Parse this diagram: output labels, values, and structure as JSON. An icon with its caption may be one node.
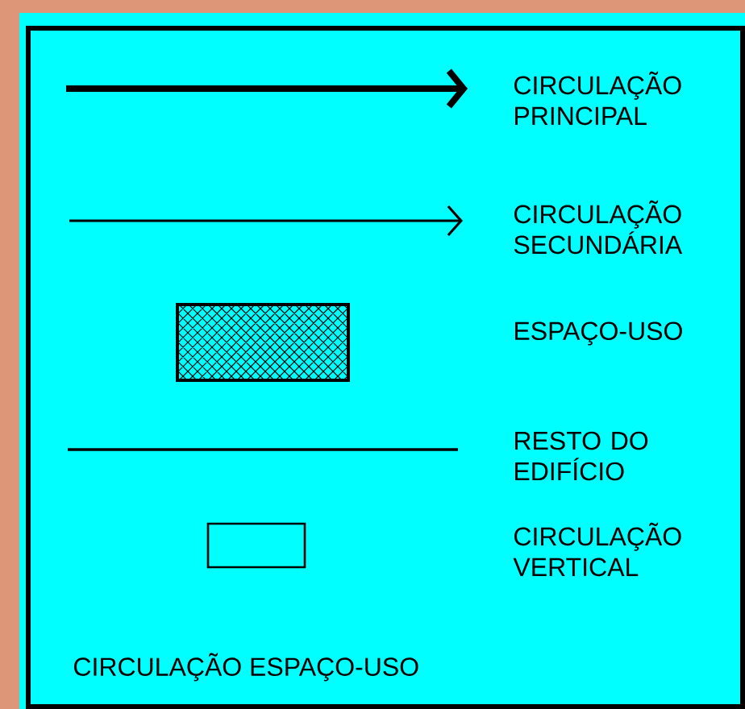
{
  "diagram": {
    "legend": [
      {
        "text": "CIRCULAÇÃO PRINCIPAL"
      },
      {
        "text": "CIRCULAÇÃO SECUNDÁRIA"
      },
      {
        "text": "ESPAÇO-USO"
      },
      {
        "text": "RESTO DO EDIFÍCIO"
      },
      {
        "text": "CIRCULAÇÃO VERTICAL"
      }
    ],
    "labels": [
      "CIRCULAÇÃO ESPAÇO-USO"
    ]
  }
}
